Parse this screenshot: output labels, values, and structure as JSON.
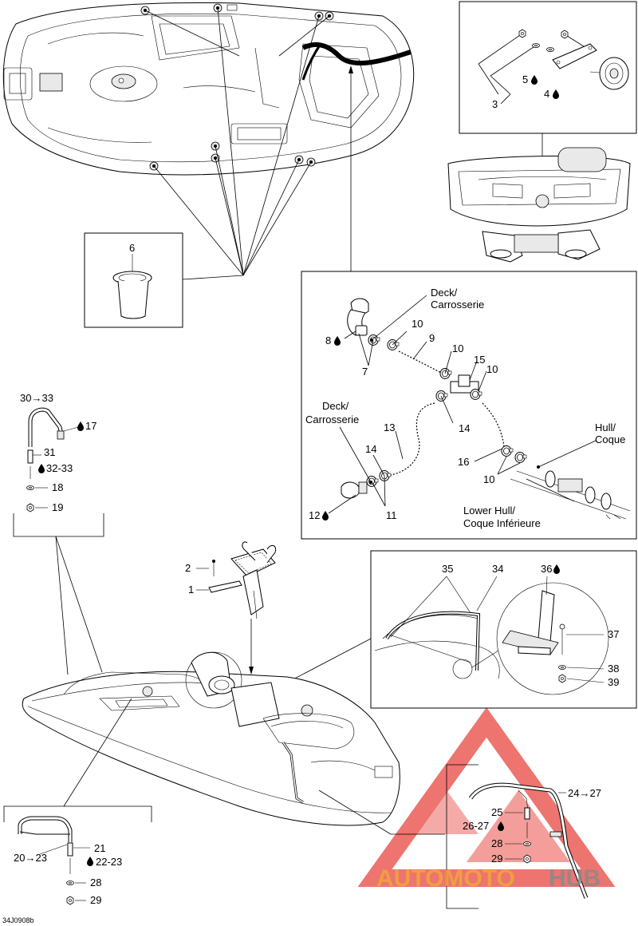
{
  "labels": {
    "p3": "3",
    "p4": "4",
    "p5": "5",
    "p6": "6",
    "p7": "7",
    "p8": "8",
    "p9": "9",
    "p10a": "10",
    "p10b": "10",
    "p10c": "10",
    "p10d": "10",
    "p11": "11",
    "p12": "12",
    "p13": "13",
    "p14a": "14",
    "p14b": "14",
    "p15": "15",
    "p16": "16",
    "p17": "17",
    "p18": "18",
    "p19": "19",
    "p1": "1",
    "p2": "2",
    "p20_23": "20→23",
    "p21": "21",
    "p22_23": "22-23",
    "p24_27": "24→27",
    "p25": "25",
    "p26_27": "26-27",
    "p28a": "28",
    "p28b": "28",
    "p29a": "29",
    "p29b": "29",
    "p30_33": "30→33",
    "p31": "31",
    "p32_33": "32-33",
    "p34": "34",
    "p35": "35",
    "p36": "36",
    "p37": "37",
    "p38": "38",
    "p39": "39",
    "deck1_line1": "Deck/",
    "deck1_line2": "Carrosserie",
    "deck2_line1": "Deck/",
    "deck2_line2": "Carrosserie",
    "hull_line1": "Hull/",
    "hull_line2": "Coque",
    "lower_hull_line1": "Lower Hull/",
    "lower_hull_line2": "Coque Inférieure",
    "diagram_code": "34J0908b"
  },
  "watermark": {
    "part1": "AUTOMOTO",
    "part2": "HUB",
    "color_red": "#e8463f",
    "color_orange": "#f2a53a",
    "color_grey": "#8a8a8a"
  },
  "icons": {
    "sealant": "drop-icon"
  }
}
